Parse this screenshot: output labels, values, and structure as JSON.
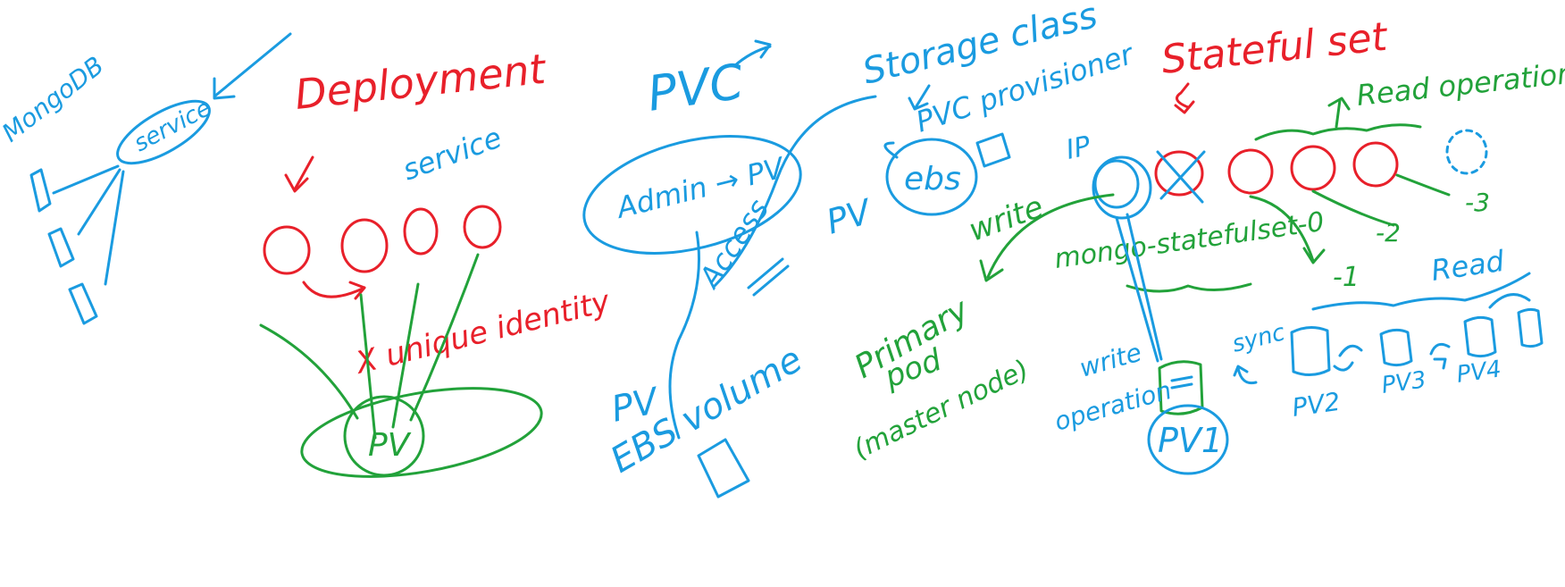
{
  "colors": {
    "blue": "#1a9be0",
    "red": "#e8202a",
    "green": "#22a23a"
  },
  "labels": {
    "mongodb": "MongoDB",
    "service_left": "service",
    "deployment": "Deployment",
    "service_right": "service",
    "unique_identity": "X unique identity",
    "pv_deploy": "PV",
    "pvc": "PVC",
    "admin_pv": "Admin → PV",
    "storage_class": "Storage class",
    "pvc_provisioner": "PVC provisioner",
    "ebs": "ebs",
    "pv_mid": "PV",
    "access": "Access",
    "pv_ebs_volume_1": "PV",
    "pv_ebs_volume_2": "EBS volume",
    "statefulset": "Stateful set",
    "ip": "IP",
    "write": "write",
    "read_operation": "Read operation",
    "mongo_statefulset_0": "mongo-statefulset-0",
    "primary_pod_1": "Primary",
    "primary_pod_2": "pod",
    "primary_pod_3": "(master node)",
    "write_operation_1": "write",
    "write_operation_2": "operation",
    "pv1": "PV1",
    "suffix_1": "-1",
    "suffix_2": "-2",
    "suffix_3": "-3",
    "read": "Read",
    "sync": "sync",
    "pv2": "PV2",
    "pv3": "PV3",
    "pv4": "PV4"
  }
}
